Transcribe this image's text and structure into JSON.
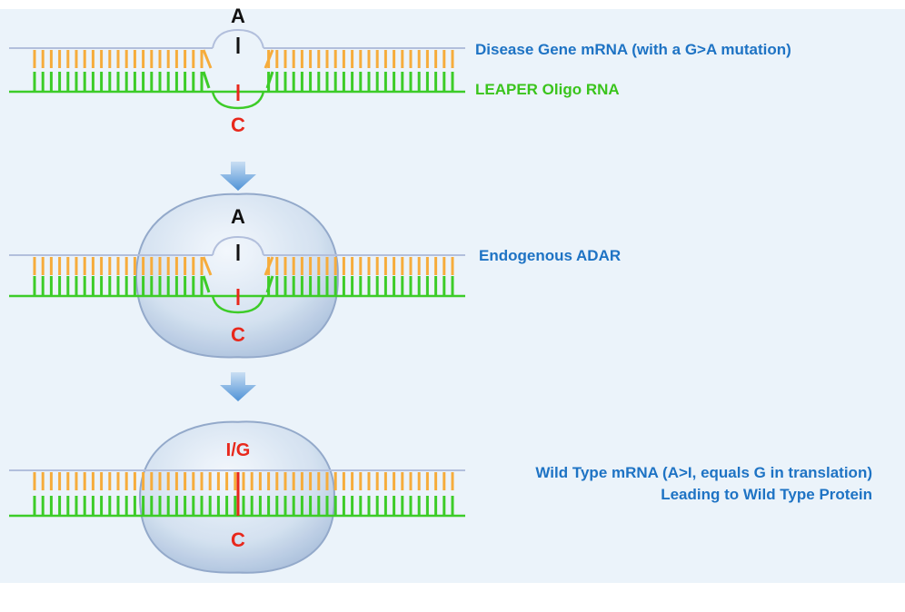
{
  "colors": {
    "background": "#ebf3fa",
    "mrna_line": "#b2bfdc",
    "orange_bar": "#f6ac3c",
    "green": "#3dcc28",
    "label_blue": "#1e73c4",
    "label_green": "#3ac41c",
    "red": "#e8281c",
    "black": "#111111",
    "adar_fill": "#c7d8ea",
    "adar_edge": "#8fa6c8",
    "arrow": "#5a9ad8"
  },
  "panels": [
    {
      "top_letter": "A",
      "bottom_letter": "C",
      "labels": [
        {
          "text": "Disease Gene mRNA (with a G>A mutation)",
          "color": "label_blue"
        },
        {
          "text": "LEAPER Oligo RNA",
          "color": "label_green"
        }
      ],
      "bulge": true,
      "adar": false
    },
    {
      "top_letter": "A",
      "bottom_letter": "C",
      "labels": [
        {
          "text": "Endogenous ADAR",
          "color": "label_blue"
        }
      ],
      "bulge": true,
      "adar": true
    },
    {
      "top_letter": "I/G",
      "bottom_letter": "C",
      "labels": [
        {
          "text": "Wild Type mRNA (A>I, equals G in translation)",
          "color": "label_blue"
        },
        {
          "text": "Leading to Wild Type Protein",
          "color": "label_blue"
        }
      ],
      "bulge": false,
      "adar": true
    }
  ],
  "arrows": [
    {
      "icon": "down-arrow-icon"
    },
    {
      "icon": "down-arrow-icon"
    }
  ]
}
